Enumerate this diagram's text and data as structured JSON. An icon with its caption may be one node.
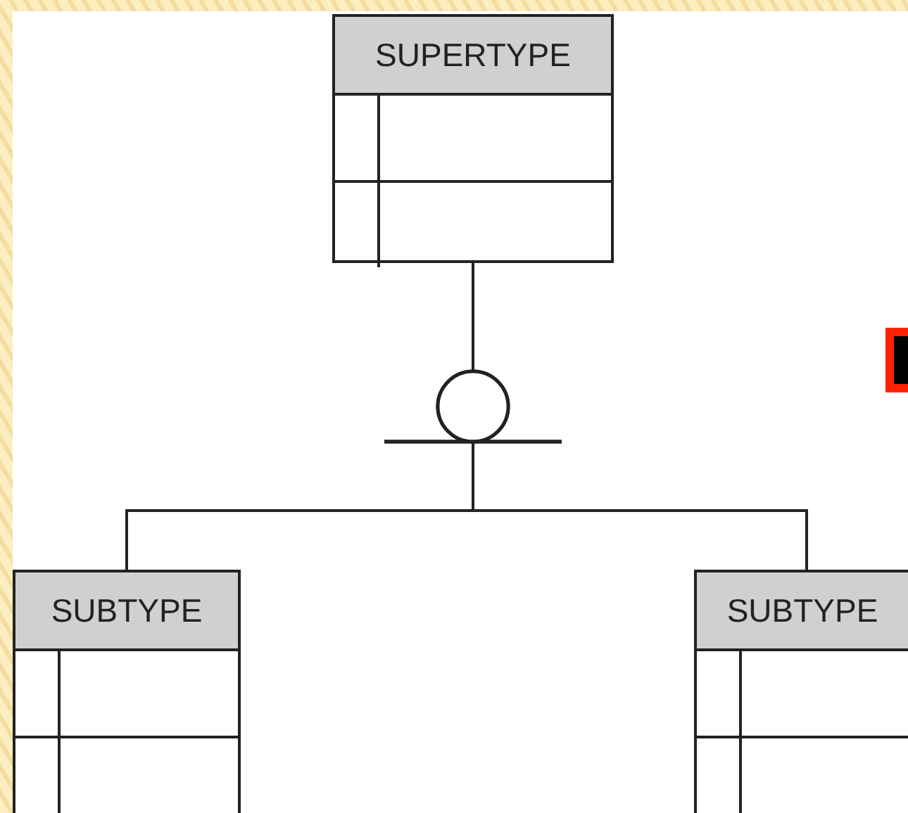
{
  "diagram": {
    "nodes": [
      {
        "text": [
          "SUPERTYPE"
        ]
      },
      {
        "text": [
          "SUBTYPE"
        ]
      },
      {
        "text": [
          "SUBTYPE"
        ]
      }
    ],
    "edges": [
      {
        "from": 0,
        "to": 1,
        "arrow": "other"
      },
      {
        "from": 0,
        "to": 2,
        "arrow": "other"
      }
    ]
  }
}
